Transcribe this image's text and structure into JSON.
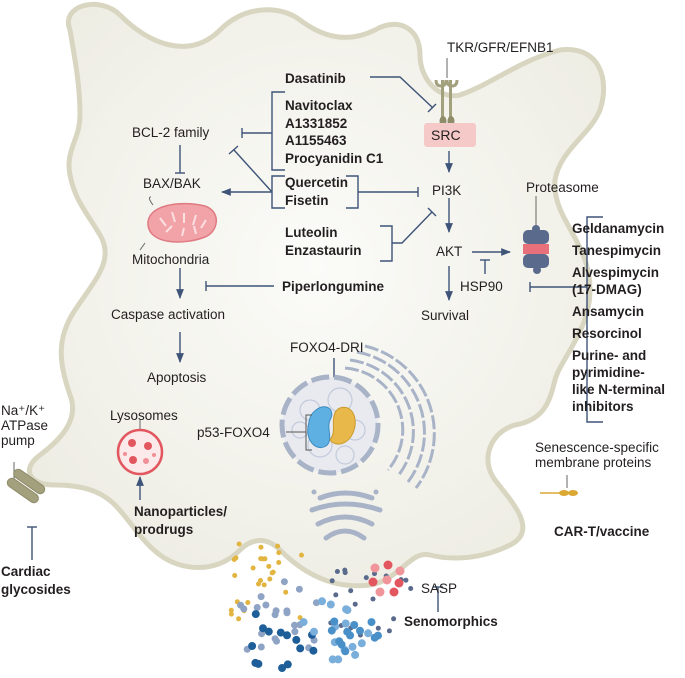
{
  "colors": {
    "cell_fill": "#f3f2ec",
    "cell_membrane": "#d8d6c0",
    "arrow": "#3e5478",
    "src_box": "#f6c9c9",
    "mitochondria": "#f1a3a8",
    "lysosome": "#e2575f",
    "p53": "#5fb0e2",
    "foxo4": "#e9b84a",
    "nucleus": "#a8b3c8",
    "pump": "#a3a07e",
    "membrane_protein": "#dba834"
  },
  "labels": {
    "receptor": "TKR/GFR/EFNB1",
    "src": "SRC",
    "pi3k": "PI3K",
    "akt": "AKT",
    "survival": "Survival",
    "hsp90": "HSP90",
    "proteasome": "Proteasome",
    "bcl2": "BCL-2 family",
    "baxbak": "BAX/BAK",
    "mitochondria": "Mitochondria",
    "caspase": "Caspase activation",
    "apoptosis": "Apoptosis",
    "foxo4dri": "FOXO4-DRI",
    "p53foxo4": "p53-FOXO4",
    "lysosomes": "Lysosomes",
    "pump": [
      "Na⁺/K⁺",
      "ATPase",
      "pump"
    ],
    "membrane_proteins": [
      "Senescence-specific",
      "membrane proteins"
    ],
    "sasp": "SASP"
  },
  "drugs": {
    "dasatinib": "Dasatinib",
    "bcl2_inhibitors": [
      "Navitoclax",
      "A1331852",
      "A1155463",
      "Procyanidin C1"
    ],
    "flavonoids": [
      "Quercetin",
      "Fisetin"
    ],
    "pi3k_inhibitors": [
      "Luteolin",
      "Enzastaurin"
    ],
    "piperlongumine": "Piperlongumine",
    "hsp90_inhibitors": [
      "Geldanamycin",
      "Tanespimycin",
      "Alvespimycin",
      "(17-DMAG)",
      "Ansamycin",
      "Resorcinol",
      "Purine- and",
      "pyrimidine-",
      "like N-terminal",
      "inhibitors"
    ],
    "nanoparticles": [
      "Nanoparticles/",
      "prodrugs"
    ],
    "cardiac": [
      "Cardiac",
      "glycosides"
    ],
    "cart": "CAR-T/vaccine",
    "senomorphics": "Senomorphics"
  }
}
